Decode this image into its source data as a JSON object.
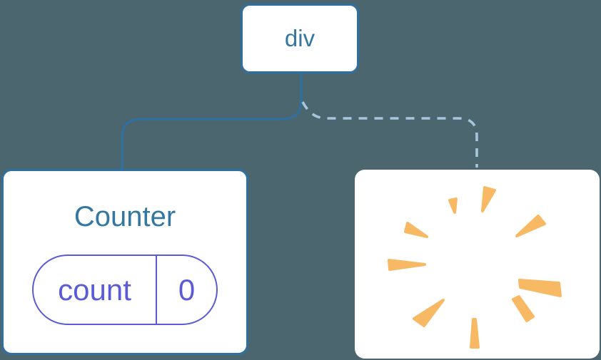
{
  "colors": {
    "background": "#4C6670",
    "node-blue": "#2E71A1",
    "text-blue": "#35789F",
    "dashed-blue": "#A6C6DC",
    "state-purple": "#5B5BD6",
    "poof-orange": "#F8B964",
    "card-white": "#FFFFFF"
  },
  "tree": {
    "root": {
      "label": "div"
    },
    "counter": {
      "title": "Counter",
      "state_key": "count",
      "state_value": "0"
    },
    "removed": {
      "icon": "poof-icon"
    }
  }
}
